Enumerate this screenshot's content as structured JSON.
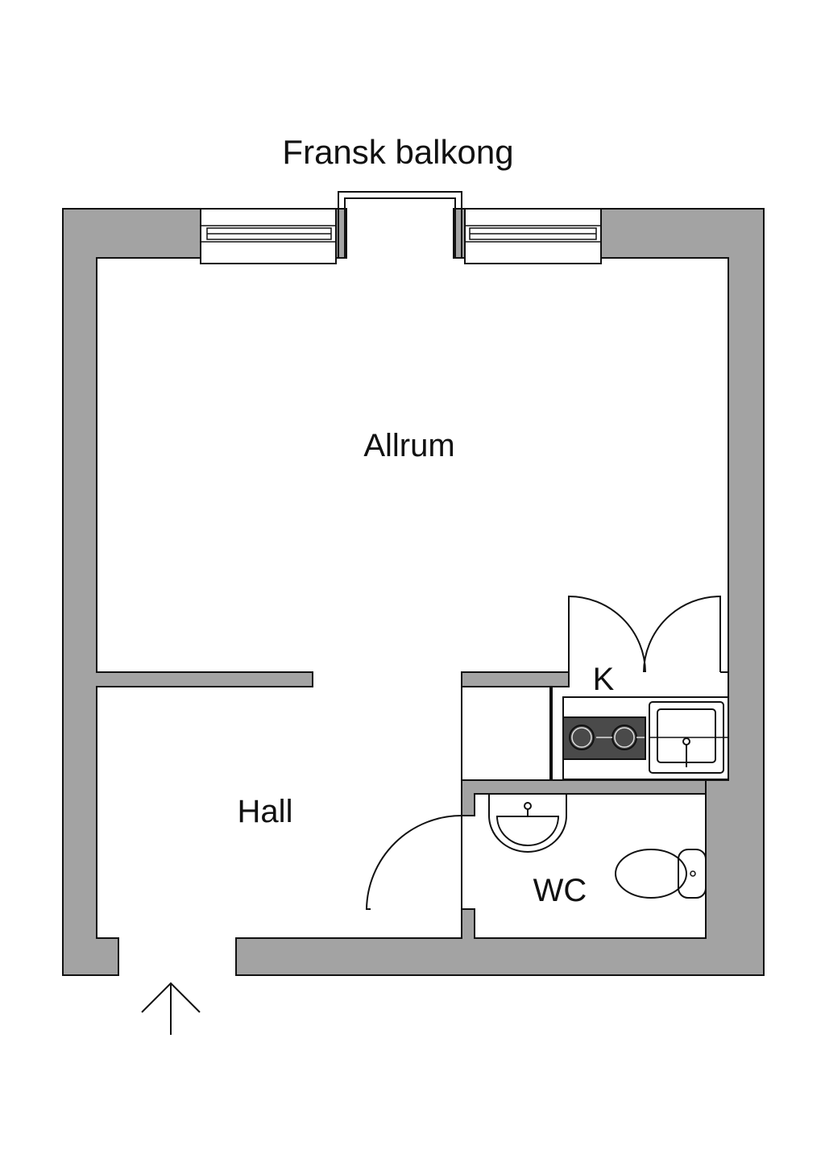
{
  "plan": {
    "balcony_label": "Fransk balkong",
    "rooms": {
      "allrum": "Allrum",
      "kitchen": "K",
      "hall": "Hall",
      "wc": "WC"
    }
  },
  "colors": {
    "wall_fill": "#a3a3a3",
    "line": "#111111",
    "stove_top": "#4a4a4a",
    "background": "#ffffff"
  },
  "icons": {
    "entrance": "entrance-arrow-icon",
    "stove": "stove-icon",
    "kitchen_sink": "kitchen-sink-icon",
    "washbasin": "washbasin-icon",
    "toilet": "toilet-icon"
  }
}
